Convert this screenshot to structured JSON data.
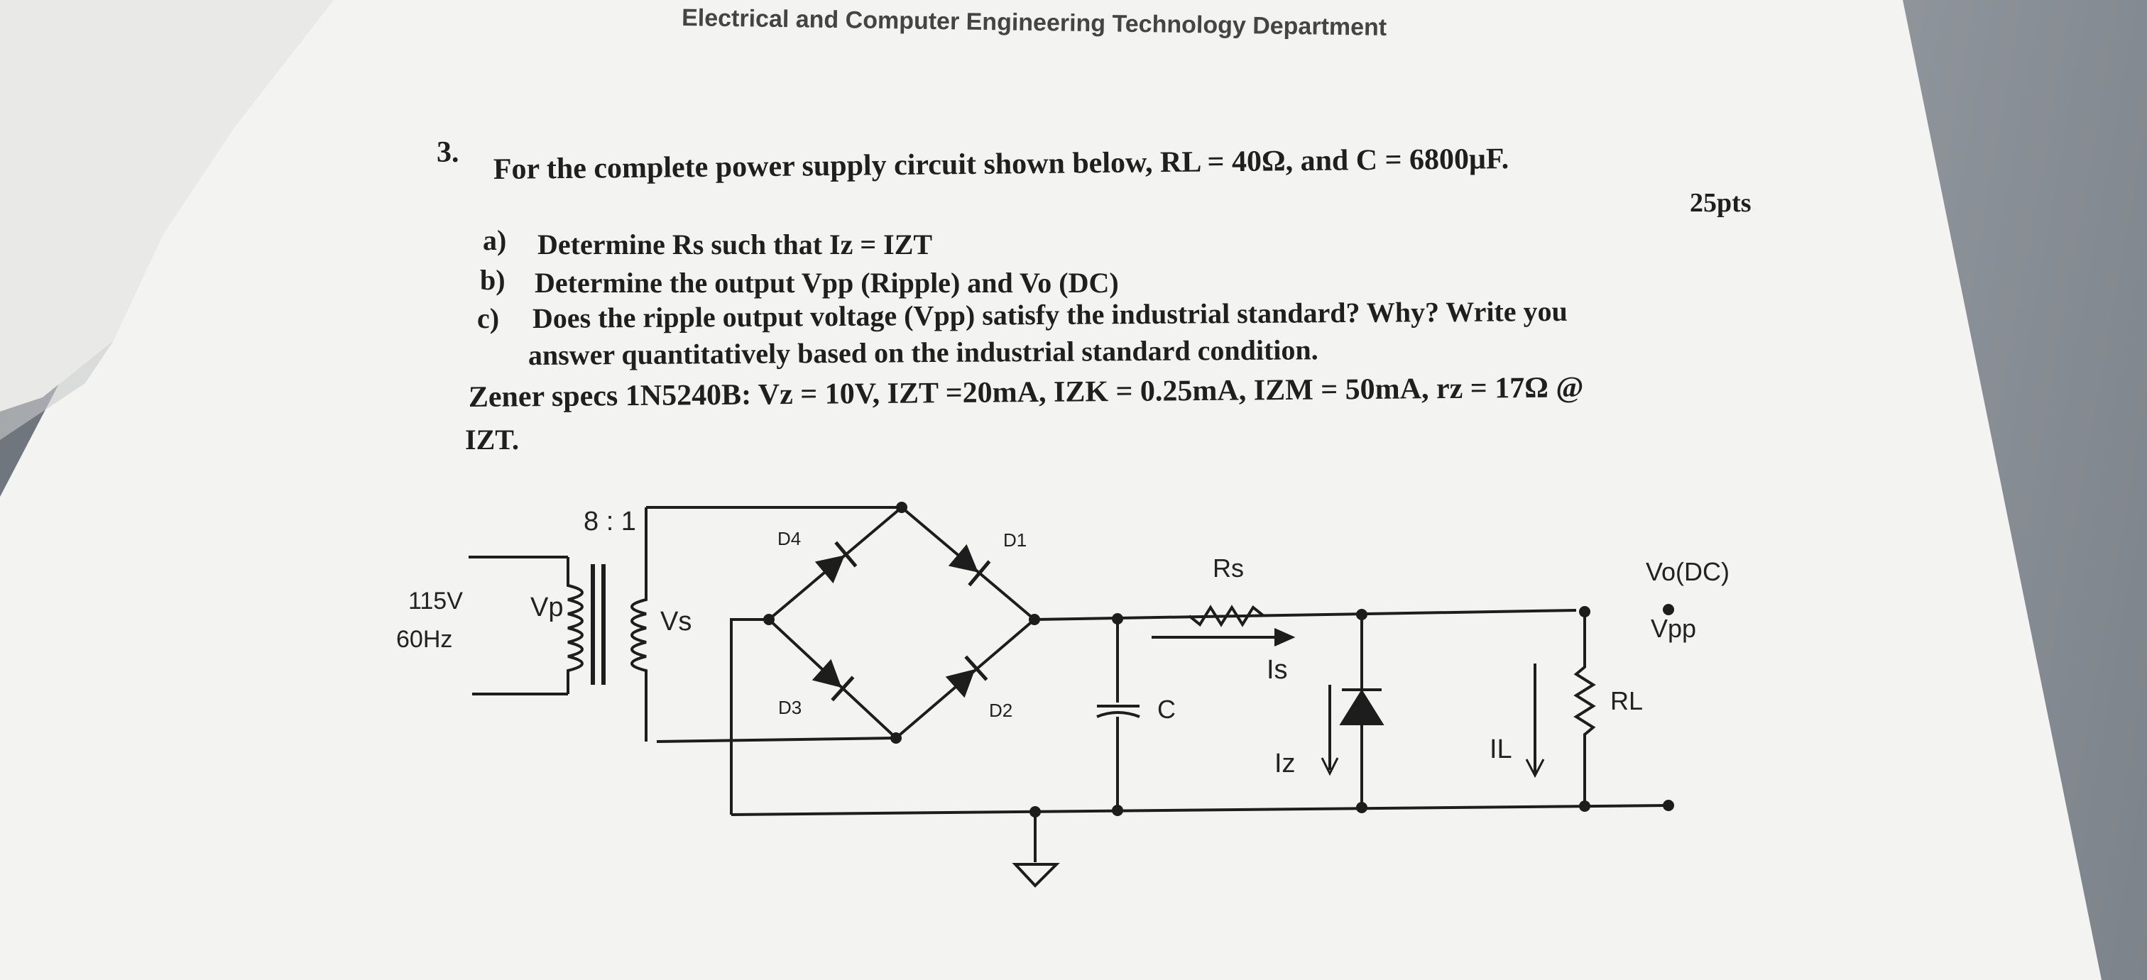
{
  "header": "Electrical and Computer Engineering Technology Department",
  "question": {
    "number": "3.",
    "text": "For the complete power supply circuit shown below, RL = 40Ω, and C = 6800μF.",
    "points": "25pts",
    "parts": [
      {
        "label": "a)",
        "text": "Determine Rs such that Iz = IZT"
      },
      {
        "label": "b)",
        "text": "Determine the output Vpp (Ripple) and Vo (DC)"
      },
      {
        "label": "c)",
        "text": "Does the ripple output voltage (Vpp) satisfy the industrial standard? Why? Write you"
      },
      {
        "label": "",
        "text": "answer quantitatively based on the industrial standard condition."
      }
    ],
    "zener_specs_line1": "Zener specs 1N5240B: Vz = 10V, IZT =20mA, IZK = 0.25mA, IZM = 50mA, rz = 17Ω @",
    "zener_specs_line2": "IZT."
  },
  "circuit": {
    "source_voltage": "115V",
    "source_freq": "60Hz",
    "ratio": "8 : 1",
    "vp": "Vp",
    "vs": "Vs",
    "d1": "D1",
    "d2": "D2",
    "d3": "D3",
    "d4": "D4",
    "rs": "Rs",
    "is": "Is",
    "c": "C",
    "iz": "Iz",
    "il": "IL",
    "rl": "RL",
    "vo": "Vo(DC)",
    "vpp": "Vpp"
  }
}
